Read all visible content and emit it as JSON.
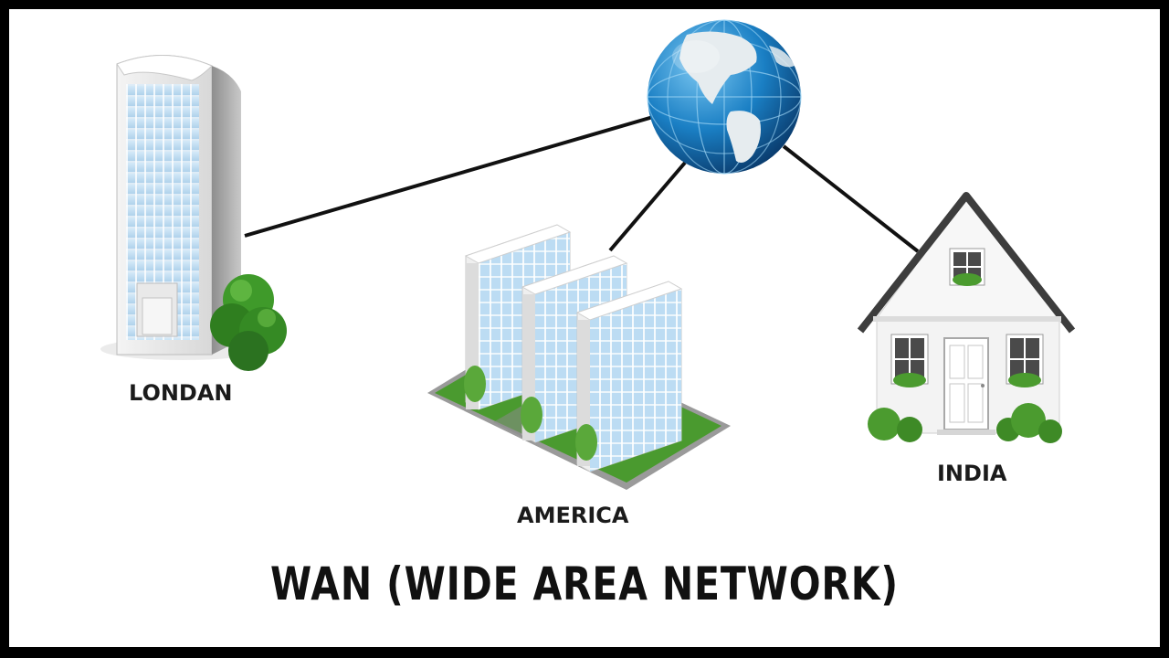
{
  "title": "WAN (WIDE AREA NETWORK)",
  "nodes": {
    "london": {
      "label": "LONDAN",
      "icon": "skyscraper-icon"
    },
    "america": {
      "label": "AMERICA",
      "icon": "office-buildings-icon"
    },
    "india": {
      "label": "INDIA",
      "icon": "house-icon"
    },
    "internet": {
      "icon": "globe-icon"
    }
  },
  "colors": {
    "link": "#111111",
    "globe_ocean": "#1a7fc4",
    "glass": "#b9d9f2",
    "foliage": "#3f9a2a",
    "lawn": "#4a9a2f"
  }
}
